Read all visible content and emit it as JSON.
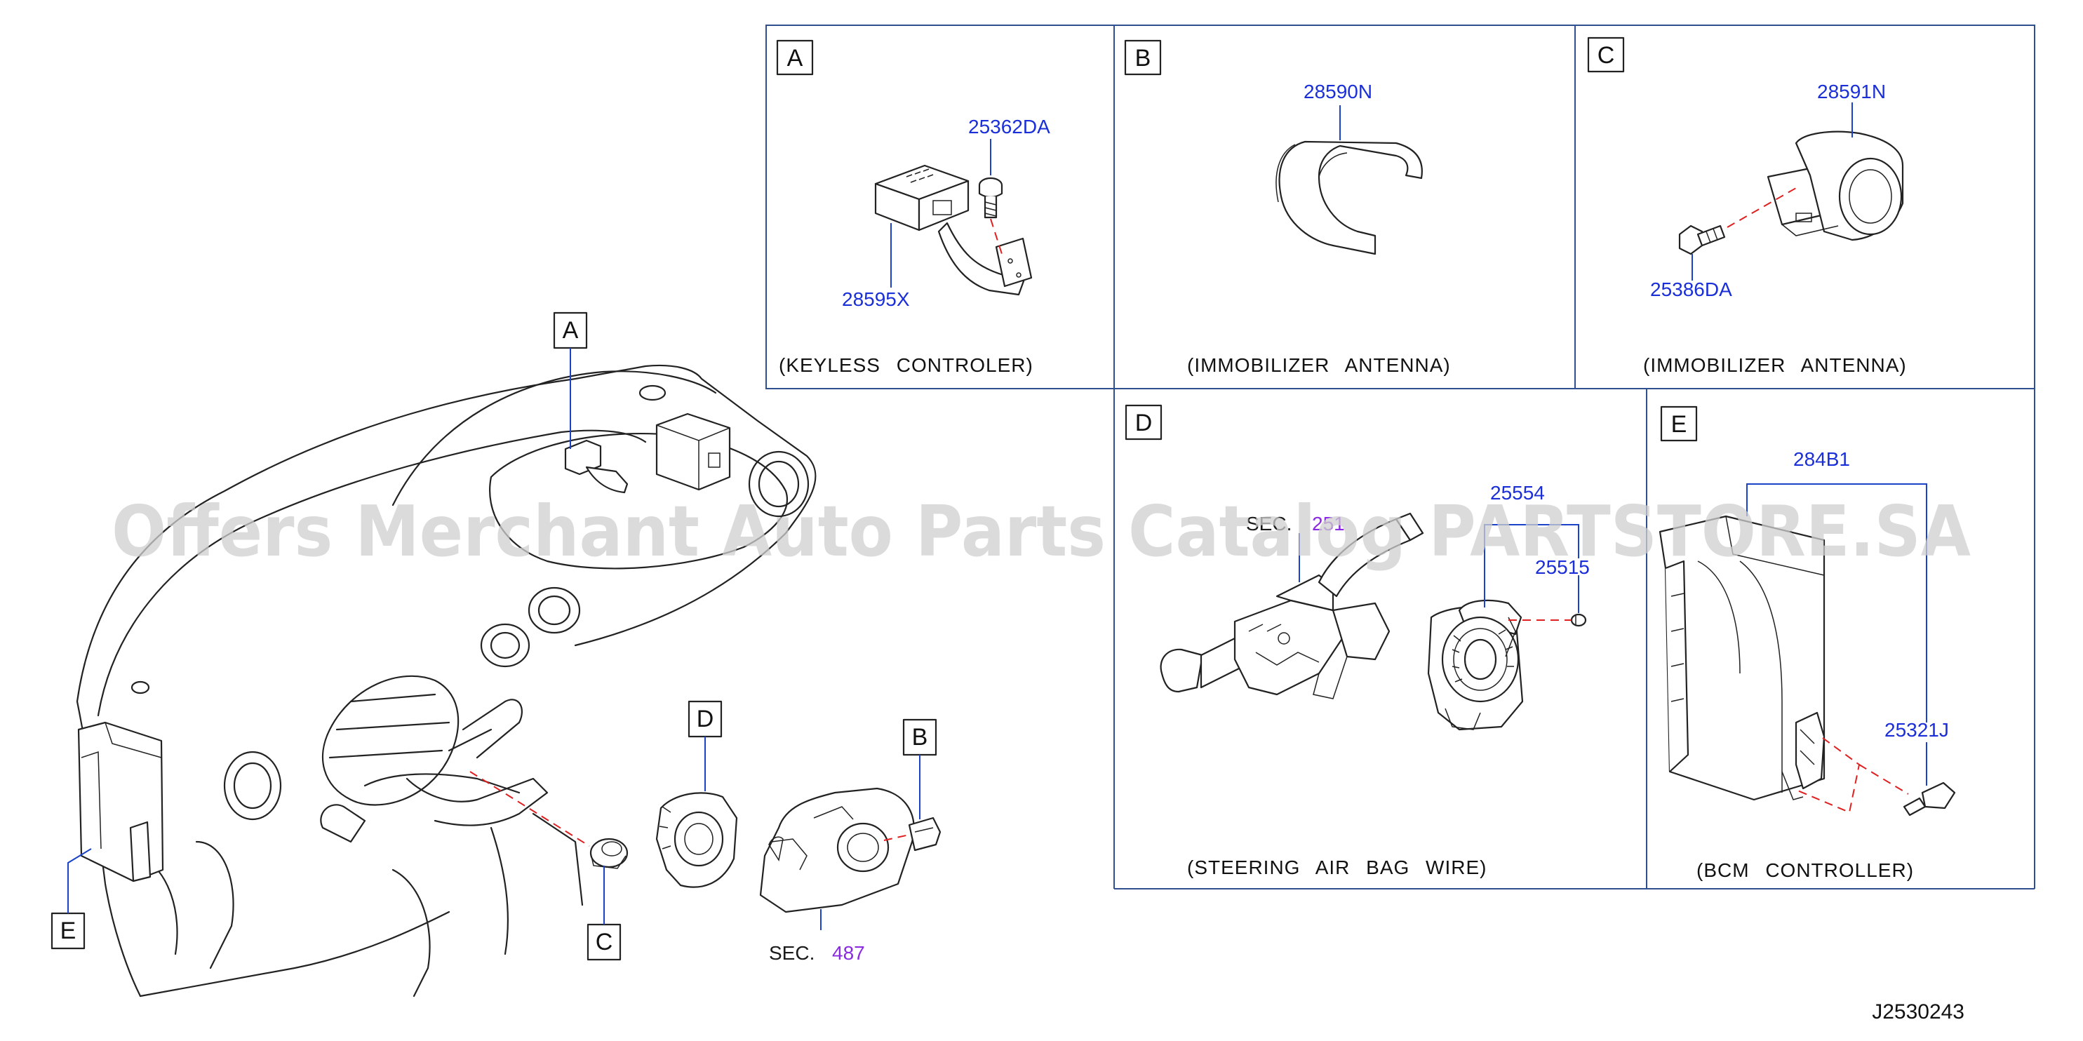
{
  "diagram": {
    "code": "J2530243",
    "watermark": "Offers Merchant Auto Parts Catalog PARTSTORE.SA",
    "panels": {
      "A": {
        "letter": "A",
        "caption": "(KEYLESS   CONTROLER)",
        "parts": [
          "25362DA",
          "28595X"
        ]
      },
      "B": {
        "letter": "B",
        "caption": "(IMMOBILIZER   ANTENNA)",
        "parts": [
          "28590N"
        ]
      },
      "C": {
        "letter": "C",
        "caption": "(IMMOBILIZER   ANTENNA)",
        "parts": [
          "28591N",
          "25386DA"
        ]
      },
      "D": {
        "letter": "D",
        "caption": "(STEERING   AIR   BAG   WIRE)",
        "parts": [
          "25554",
          "25515"
        ],
        "sec_prefix": "SEC.",
        "sec_num": "251"
      },
      "E": {
        "letter": "E",
        "caption": "(BCM   CONTROLLER)",
        "parts": [
          "284B1",
          "25321J"
        ]
      }
    },
    "overview": {
      "callouts": [
        "A",
        "B",
        "C",
        "D",
        "E"
      ],
      "sec_prefix": "SEC.",
      "sec_num": "487"
    }
  }
}
